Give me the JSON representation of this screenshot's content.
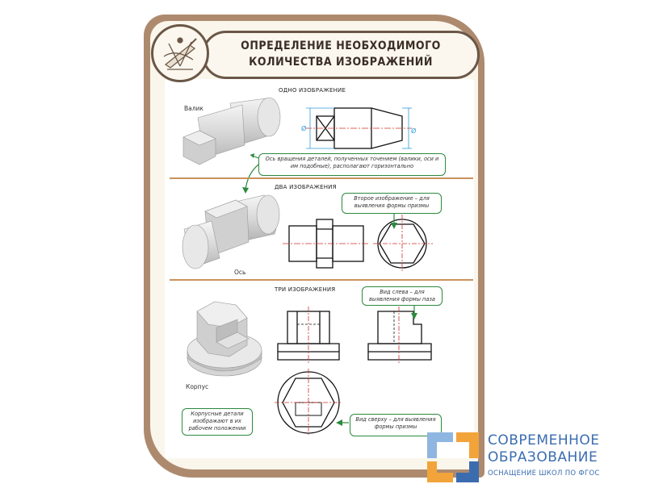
{
  "poster": {
    "title_line1": "ОПРЕДЕЛЕНИЕ НЕОБХОДИМОГО",
    "title_line2": "КОЛИЧЕСТВА ИЗОБРАЖЕНИЙ",
    "emblem_icon": "drafting-tools-icon",
    "colors": {
      "frame": "#ad8a6e",
      "title_border": "#6b5747",
      "divider": "#c8925c",
      "callout_border": "#2b8a3e",
      "axis_line": "#d0302a",
      "dimension_line": "#2f9bd7"
    },
    "sections": [
      {
        "heading": "ОДНО ИЗОБРАЖЕНИЕ",
        "part_label": "Валик",
        "diameter_symbol": "Ø",
        "callout": "Ось вращения деталей, полученных точением (валики, оси и им подобные), располагают горизонтально"
      },
      {
        "heading": "ДВА ИЗОБРАЖЕНИЯ",
        "part_label": "Ось",
        "callout": "Второе изображение – для выявления формы призмы"
      },
      {
        "heading": "ТРИ ИЗОБРАЖЕНИЯ",
        "part_label": "Корпус",
        "callout_left_view": "Вид слева – для выявления формы паза",
        "callout_top_view": "Вид сверху – для выявления формы призмы",
        "callout_position": "Корпусные детали изображают в их рабочем положении"
      }
    ]
  },
  "logo": {
    "line1": "СОВРЕМЕННОЕ",
    "line2": "ОБРАЗОВАНИЕ",
    "line3": "ОСНАЩЕНИЕ ШКОЛ ПО ФГОС",
    "colors": {
      "blue": "#3b6cb0",
      "orange": "#f2a43a",
      "light_blue": "#8fb6e0"
    }
  }
}
